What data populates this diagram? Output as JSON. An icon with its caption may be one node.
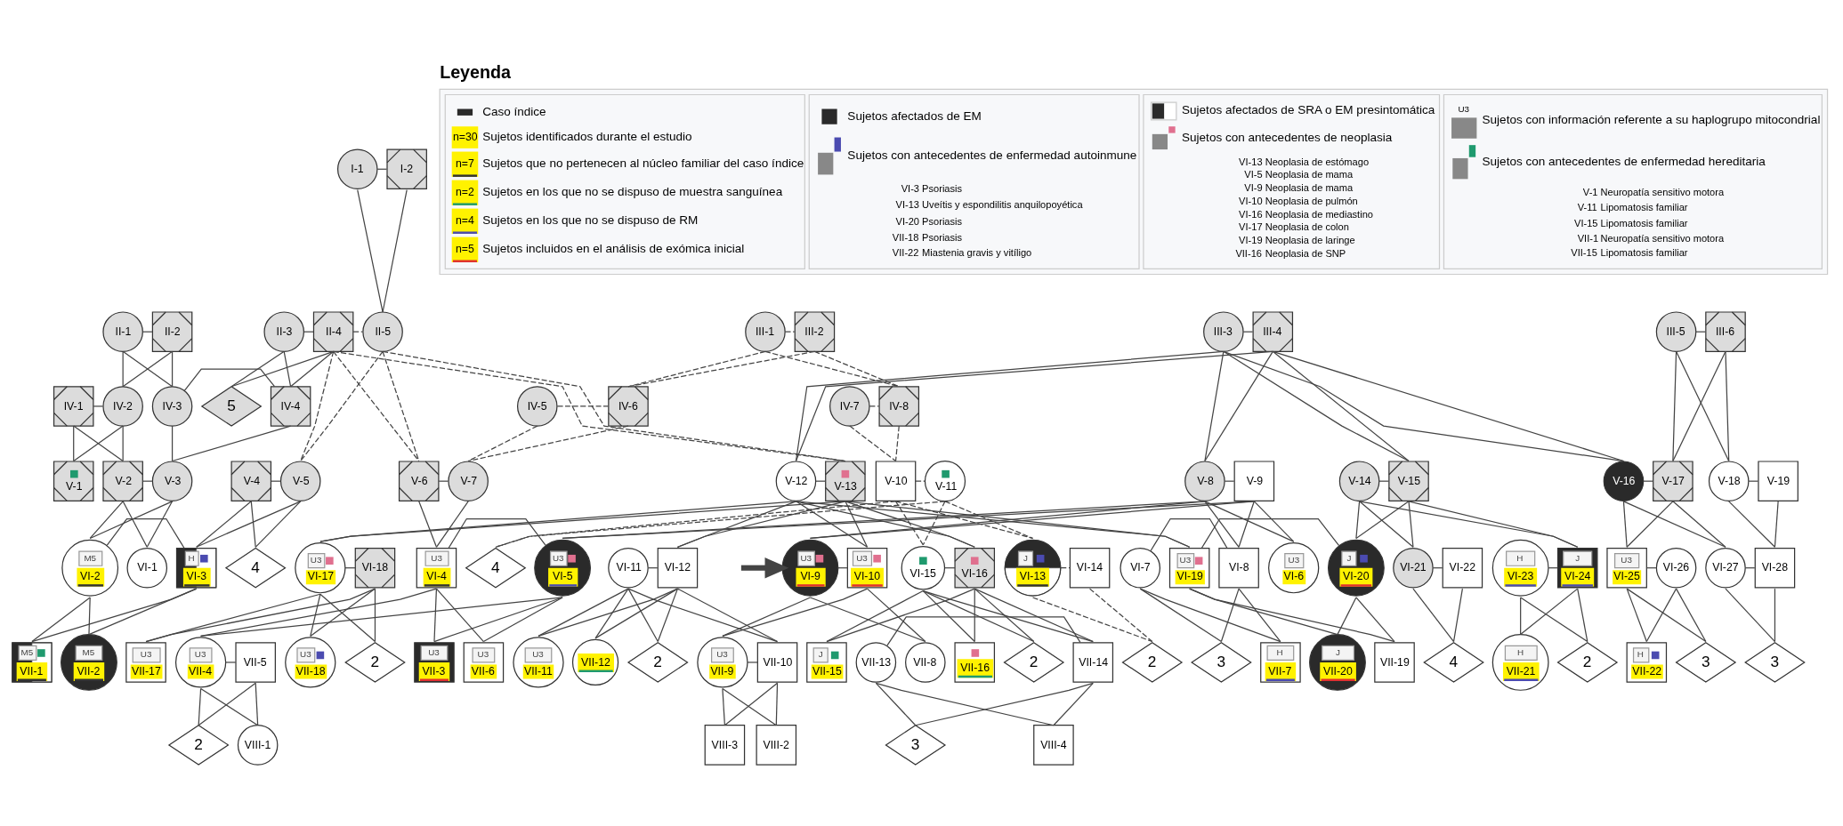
{
  "diagram": {
    "nodes": [
      {
        "text": [
          "I-1"
        ]
      },
      {
        "text": [
          "I-2"
        ]
      },
      {
        "text": [
          "II-1"
        ]
      },
      {
        "text": [
          "II-2"
        ]
      },
      {
        "text": [
          "II-3"
        ]
      },
      {
        "text": [
          "II-4"
        ]
      },
      {
        "text": [
          "II-5"
        ]
      },
      {
        "text": [
          "III-1"
        ]
      },
      {
        "text": [
          "III-2"
        ]
      },
      {
        "text": [
          "III-3"
        ]
      },
      {
        "text": [
          "III-4"
        ]
      },
      {
        "text": [
          "III-5"
        ]
      },
      {
        "text": [
          "III-6"
        ]
      },
      {
        "text": [
          "IV-1"
        ]
      },
      {
        "text": [
          "IV-2"
        ]
      },
      {
        "text": [
          "IV-3"
        ]
      },
      {
        "text": [
          "IV-4"
        ]
      },
      {
        "text": [
          "5"
        ]
      },
      {
        "text": [
          "IV-5"
        ]
      },
      {
        "text": [
          "IV-6"
        ]
      },
      {
        "text": [
          "IV-7"
        ]
      },
      {
        "text": [
          "IV-8"
        ]
      },
      {
        "text": [
          "V-1"
        ]
      },
      {
        "text": [
          "V-2"
        ]
      },
      {
        "text": [
          "V-3"
        ]
      },
      {
        "text": [
          "V-4"
        ]
      },
      {
        "text": [
          "V-5"
        ]
      },
      {
        "text": [
          "V-6"
        ]
      },
      {
        "text": [
          "V-7"
        ]
      },
      {
        "text": [
          "V-8"
        ]
      },
      {
        "text": [
          "V-9"
        ]
      },
      {
        "text": [
          "V-10"
        ]
      },
      {
        "text": [
          "V-11"
        ]
      },
      {
        "text": [
          "V-12"
        ]
      },
      {
        "text": [
          "V-13"
        ]
      },
      {
        "text": [
          "V-14"
        ]
      },
      {
        "text": [
          "V-15"
        ]
      },
      {
        "text": [
          "V-16"
        ]
      },
      {
        "text": [
          "V-17"
        ]
      },
      {
        "text": [
          "V-18"
        ]
      },
      {
        "text": [
          "V-19"
        ]
      },
      {
        "text": [
          "VI-1"
        ]
      },
      {
        "text": [
          "M5",
          "VI-2"
        ]
      },
      {
        "text": [
          "H",
          "VI-3"
        ]
      },
      {
        "text": [
          "4"
        ]
      },
      {
        "text": [
          "U3",
          "VI-4"
        ]
      },
      {
        "text": [
          "U3",
          "VI-5"
        ]
      },
      {
        "text": [
          "U3",
          "VI-6"
        ]
      },
      {
        "text": [
          "VI-7"
        ]
      },
      {
        "text": [
          "VI-8"
        ]
      },
      {
        "text": [
          "U3",
          "VI-9"
        ]
      },
      {
        "text": [
          "U3",
          "VI-10"
        ]
      },
      {
        "text": [
          "VI-11"
        ]
      },
      {
        "text": [
          "VI-12"
        ]
      },
      {
        "text": [
          "J",
          "VI-13"
        ]
      },
      {
        "text": [
          "VI-14"
        ]
      },
      {
        "text": [
          "4"
        ]
      },
      {
        "text": [
          "VI-15"
        ]
      },
      {
        "text": [
          "VI-16"
        ]
      },
      {
        "text": [
          "U3",
          "VI-17"
        ]
      },
      {
        "text": [
          "VI-18"
        ]
      },
      {
        "text": [
          "U3",
          "VI-19"
        ]
      },
      {
        "text": [
          "J",
          "VI-20"
        ]
      },
      {
        "text": [
          "VI-21"
        ]
      },
      {
        "text": [
          "VI-22"
        ]
      },
      {
        "text": [
          "H",
          "VI-23"
        ]
      },
      {
        "text": [
          "J",
          "VI-24"
        ]
      },
      {
        "text": [
          "U3",
          "VI-25"
        ]
      },
      {
        "text": [
          "VI-26"
        ]
      },
      {
        "text": [
          "VI-27"
        ]
      },
      {
        "text": [
          "VI-28"
        ]
      },
      {
        "text": [
          "M5",
          "VII-1"
        ]
      },
      {
        "text": [
          "M5",
          "VII-2"
        ]
      },
      {
        "text": [
          "U3",
          "VII-3"
        ]
      },
      {
        "text": [
          "U3",
          "VII-4"
        ]
      },
      {
        "text": [
          "VII-5"
        ]
      },
      {
        "text": [
          "U3",
          "VII-6"
        ]
      },
      {
        "text": [
          "H",
          "VII-7"
        ]
      },
      {
        "text": [
          "3"
        ]
      },
      {
        "text": [
          "VII-8"
        ]
      },
      {
        "text": [
          "U3",
          "VII-9"
        ]
      },
      {
        "text": [
          "VII-10"
        ]
      },
      {
        "text": [
          "U3",
          "VII-11"
        ]
      },
      {
        "text": [
          "VII-12"
        ]
      },
      {
        "text": [
          "2"
        ]
      },
      {
        "text": [
          "2"
        ]
      },
      {
        "text": [
          "VII-13"
        ]
      },
      {
        "text": [
          "VII-14"
        ]
      },
      {
        "text": [
          "J",
          "VII-15"
        ]
      },
      {
        "text": [
          "VII-16"
        ]
      },
      {
        "text": [
          "2"
        ]
      },
      {
        "text": [
          "U3",
          "VII-17"
        ]
      },
      {
        "text": [
          "2"
        ]
      },
      {
        "text": [
          "U3",
          "VII-18"
        ]
      },
      {
        "text": [
          "VII-19"
        ]
      },
      {
        "text": [
          "J",
          "VII-20"
        ]
      },
      {
        "text": [
          "4"
        ]
      },
      {
        "text": [
          "2"
        ]
      },
      {
        "text": [
          "H",
          "VII-21"
        ]
      },
      {
        "text": [
          "3"
        ]
      },
      {
        "text": [
          "H",
          "VII-22"
        ]
      },
      {
        "text": [
          "3"
        ]
      },
      {
        "text": [
          "VIII-1"
        ]
      },
      {
        "text": [
          "2"
        ]
      },
      {
        "text": [
          "VIII-2"
        ]
      },
      {
        "text": [
          "VIII-3"
        ]
      },
      {
        "text": [
          "VIII-4"
        ]
      },
      {
        "text": [
          "3"
        ]
      }
    ],
    "edges": [
      {
        "from": 0,
        "to": 1,
        "arrow": "none"
      },
      {
        "from": 2,
        "to": 3,
        "arrow": "none"
      },
      {
        "from": 4,
        "to": 5,
        "arrow": "none"
      },
      {
        "from": 5,
        "to": 6,
        "arrow": "none",
        "style": "dashed"
      },
      {
        "from": 7,
        "to": 8,
        "arrow": "none",
        "style": "dashed"
      },
      {
        "from": 9,
        "to": 10,
        "arrow": "none"
      },
      {
        "from": 11,
        "to": 12,
        "arrow": "none"
      },
      {
        "from": 13,
        "to": 14,
        "arrow": "none"
      },
      {
        "from": 15,
        "to": 16,
        "arrow": "none"
      },
      {
        "from": 18,
        "to": 19,
        "arrow": "none",
        "style": "dashed"
      },
      {
        "from": 20,
        "to": 21,
        "arrow": "none",
        "style": "dashed"
      },
      {
        "from": 23,
        "to": 24,
        "arrow": "none"
      },
      {
        "from": 25,
        "to": 26,
        "arrow": "none"
      },
      {
        "from": 27,
        "to": 28,
        "arrow": "none"
      },
      {
        "from": 29,
        "to": 30,
        "arrow": "none"
      },
      {
        "from": 31,
        "to": 32,
        "arrow": "none",
        "style": "dashed"
      },
      {
        "from": 33,
        "to": 34,
        "arrow": "none"
      },
      {
        "from": 35,
        "to": 36,
        "arrow": "none"
      },
      {
        "from": 37,
        "to": 38,
        "arrow": "none"
      },
      {
        "from": 39,
        "to": 40,
        "arrow": "none"
      },
      {
        "from": 42,
        "to": 43,
        "arrow": "none"
      },
      {
        "from": 45,
        "to": 46,
        "arrow": "none"
      },
      {
        "from": 48,
        "to": 49,
        "arrow": "none"
      },
      {
        "from": 50,
        "to": 51,
        "arrow": "none"
      },
      {
        "from": 52,
        "to": 53,
        "arrow": "none"
      },
      {
        "from": 54,
        "to": 55,
        "arrow": "none",
        "style": "dashed"
      },
      {
        "from": 57,
        "to": 58,
        "arrow": "none"
      },
      {
        "from": 59,
        "to": 60,
        "arrow": "none"
      },
      {
        "from": 61,
        "to": 62,
        "arrow": "none"
      },
      {
        "from": 63,
        "to": 64,
        "arrow": "none"
      },
      {
        "from": 65,
        "to": 66,
        "arrow": "none"
      },
      {
        "from": 67,
        "to": 68,
        "arrow": "none"
      },
      {
        "from": 69,
        "to": 70,
        "arrow": "none"
      },
      {
        "from": 74,
        "to": 75,
        "arrow": "none"
      },
      {
        "from": 80,
        "to": 81,
        "arrow": "none"
      },
      {
        "from": 86,
        "to": 87,
        "arrow": "none"
      },
      {
        "from": 0,
        "to": 6,
        "arrow": "none"
      },
      {
        "from": 1,
        "to": 6,
        "arrow": "none"
      },
      {
        "from": 2,
        "to": 14,
        "arrow": "none"
      },
      {
        "from": 3,
        "to": 14,
        "arrow": "none"
      },
      {
        "from": 2,
        "to": 15,
        "arrow": "none"
      },
      {
        "from": 3,
        "to": 15,
        "arrow": "none"
      },
      {
        "from": 4,
        "to": 16,
        "arrow": "none"
      },
      {
        "from": 5,
        "to": 16,
        "arrow": "none"
      },
      {
        "from": 4,
        "to": 17,
        "arrow": "none"
      },
      {
        "from": 5,
        "to": 17,
        "arrow": "none"
      },
      {
        "from": 5,
        "to": 26,
        "arrow": "none",
        "style": "dashed"
      },
      {
        "from": 6,
        "to": 26,
        "arrow": "none",
        "style": "dashed"
      },
      {
        "from": 5,
        "to": 27,
        "arrow": "none",
        "style": "dashed"
      },
      {
        "from": 6,
        "to": 27,
        "arrow": "none",
        "style": "dashed"
      },
      {
        "from": 5,
        "to": 34,
        "arrow": "none",
        "style": "dashed"
      },
      {
        "from": 6,
        "to": 34,
        "arrow": "none",
        "style": "dashed"
      },
      {
        "from": 7,
        "to": 19,
        "arrow": "none",
        "style": "dashed"
      },
      {
        "from": 8,
        "to": 19,
        "arrow": "none",
        "style": "dashed"
      },
      {
        "from": 7,
        "to": 21,
        "arrow": "none",
        "style": "dashed"
      },
      {
        "from": 8,
        "to": 21,
        "arrow": "none",
        "style": "dashed"
      },
      {
        "from": 9,
        "to": 29,
        "arrow": "none"
      },
      {
        "from": 10,
        "to": 29,
        "arrow": "none"
      },
      {
        "from": 9,
        "to": 33,
        "arrow": "none"
      },
      {
        "from": 10,
        "to": 33,
        "arrow": "none"
      },
      {
        "from": 9,
        "to": 36,
        "arrow": "none"
      },
      {
        "from": 10,
        "to": 36,
        "arrow": "none"
      },
      {
        "from": 9,
        "to": 37,
        "arrow": "none"
      },
      {
        "from": 10,
        "to": 37,
        "arrow": "none"
      },
      {
        "from": 11,
        "to": 38,
        "arrow": "none"
      },
      {
        "from": 12,
        "to": 38,
        "arrow": "none"
      },
      {
        "from": 11,
        "to": 39,
        "arrow": "none"
      },
      {
        "from": 12,
        "to": 39,
        "arrow": "none"
      },
      {
        "from": 13,
        "to": 22,
        "arrow": "none"
      },
      {
        "from": 14,
        "to": 22,
        "arrow": "none"
      },
      {
        "from": 13,
        "to": 23,
        "arrow": "none"
      },
      {
        "from": 14,
        "to": 23,
        "arrow": "none"
      },
      {
        "from": 15,
        "to": 24,
        "arrow": "none"
      },
      {
        "from": 16,
        "to": 24,
        "arrow": "none"
      },
      {
        "from": 18,
        "to": 28,
        "arrow": "none",
        "style": "dashed"
      },
      {
        "from": 19,
        "to": 28,
        "arrow": "none",
        "style": "dashed"
      },
      {
        "from": 20,
        "to": 31,
        "arrow": "none",
        "style": "dashed"
      },
      {
        "from": 21,
        "to": 31,
        "arrow": "none",
        "style": "dashed"
      },
      {
        "from": 23,
        "to": 41,
        "arrow": "none"
      },
      {
        "from": 24,
        "to": 41,
        "arrow": "none"
      },
      {
        "from": 23,
        "to": 42,
        "arrow": "none"
      },
      {
        "from": 24,
        "to": 42,
        "arrow": "none"
      },
      {
        "from": 25,
        "to": 43,
        "arrow": "none"
      },
      {
        "from": 26,
        "to": 43,
        "arrow": "none"
      },
      {
        "from": 25,
        "to": 44,
        "arrow": "none"
      },
      {
        "from": 26,
        "to": 44,
        "arrow": "none"
      },
      {
        "from": 27,
        "to": 45,
        "arrow": "none"
      },
      {
        "from": 28,
        "to": 45,
        "arrow": "none"
      },
      {
        "from": 29,
        "to": 46,
        "arrow": "none"
      },
      {
        "from": 30,
        "to": 46,
        "arrow": "none"
      },
      {
        "from": 29,
        "to": 47,
        "arrow": "none"
      },
      {
        "from": 30,
        "to": 47,
        "arrow": "none"
      },
      {
        "from": 29,
        "to": 49,
        "arrow": "none"
      },
      {
        "from": 30,
        "to": 49,
        "arrow": "none"
      },
      {
        "from": 29,
        "to": 50,
        "arrow": "none"
      },
      {
        "from": 30,
        "to": 50,
        "arrow": "none"
      },
      {
        "from": 31,
        "to": 54,
        "arrow": "none",
        "style": "dashed"
      },
      {
        "from": 32,
        "to": 54,
        "arrow": "none",
        "style": "dashed"
      },
      {
        "from": 31,
        "to": 56,
        "arrow": "none",
        "style": "dashed"
      },
      {
        "from": 32,
        "to": 56,
        "arrow": "none",
        "style": "dashed"
      },
      {
        "from": 31,
        "to": 57,
        "arrow": "none",
        "style": "dashed"
      },
      {
        "from": 32,
        "to": 57,
        "arrow": "none",
        "style": "dashed"
      },
      {
        "from": 33,
        "to": 51,
        "arrow": "none"
      },
      {
        "from": 34,
        "to": 51,
        "arrow": "none"
      },
      {
        "from": 33,
        "to": 53,
        "arrow": "none"
      },
      {
        "from": 34,
        "to": 53,
        "arrow": "none"
      },
      {
        "from": 33,
        "to": 58,
        "arrow": "none"
      },
      {
        "from": 34,
        "to": 58,
        "arrow": "none"
      },
      {
        "from": 33,
        "to": 59,
        "arrow": "none"
      },
      {
        "from": 34,
        "to": 59,
        "arrow": "none"
      },
      {
        "from": 33,
        "to": 61,
        "arrow": "none"
      },
      {
        "from": 34,
        "to": 61,
        "arrow": "none"
      },
      {
        "from": 35,
        "to": 62,
        "arrow": "none"
      },
      {
        "from": 36,
        "to": 62,
        "arrow": "none"
      },
      {
        "from": 35,
        "to": 63,
        "arrow": "none"
      },
      {
        "from": 36,
        "to": 63,
        "arrow": "none"
      },
      {
        "from": 35,
        "to": 66,
        "arrow": "none"
      },
      {
        "from": 36,
        "to": 66,
        "arrow": "none"
      },
      {
        "from": 37,
        "to": 67,
        "arrow": "none"
      },
      {
        "from": 38,
        "to": 67,
        "arrow": "none"
      },
      {
        "from": 37,
        "to": 69,
        "arrow": "none"
      },
      {
        "from": 38,
        "to": 69,
        "arrow": "none"
      },
      {
        "from": 39,
        "to": 70,
        "arrow": "none"
      },
      {
        "from": 40,
        "to": 70,
        "arrow": "none"
      },
      {
        "from": 42,
        "to": 71,
        "arrow": "none"
      },
      {
        "from": 43,
        "to": 71,
        "arrow": "none"
      },
      {
        "from": 42,
        "to": 72,
        "arrow": "none"
      },
      {
        "from": 43,
        "to": 72,
        "arrow": "none"
      },
      {
        "from": 45,
        "to": 73,
        "arrow": "none"
      },
      {
        "from": 46,
        "to": 73,
        "arrow": "none"
      },
      {
        "from": 45,
        "to": 74,
        "arrow": "none"
      },
      {
        "from": 46,
        "to": 74,
        "arrow": "none"
      },
      {
        "from": 45,
        "to": 76,
        "arrow": "none"
      },
      {
        "from": 46,
        "to": 76,
        "arrow": "none"
      },
      {
        "from": 48,
        "to": 77,
        "arrow": "none"
      },
      {
        "from": 49,
        "to": 77,
        "arrow": "none"
      },
      {
        "from": 48,
        "to": 78,
        "arrow": "none"
      },
      {
        "from": 49,
        "to": 78,
        "arrow": "none"
      },
      {
        "from": 50,
        "to": 79,
        "arrow": "none"
      },
      {
        "from": 51,
        "to": 79,
        "arrow": "none"
      },
      {
        "from": 50,
        "to": 80,
        "arrow": "none"
      },
      {
        "from": 51,
        "to": 80,
        "arrow": "none"
      },
      {
        "from": 52,
        "to": 81,
        "arrow": "none"
      },
      {
        "from": 53,
        "to": 81,
        "arrow": "none"
      },
      {
        "from": 52,
        "to": 82,
        "arrow": "none"
      },
      {
        "from": 53,
        "to": 82,
        "arrow": "none"
      },
      {
        "from": 52,
        "to": 83,
        "arrow": "none"
      },
      {
        "from": 53,
        "to": 83,
        "arrow": "none"
      },
      {
        "from": 52,
        "to": 84,
        "arrow": "none"
      },
      {
        "from": 53,
        "to": 84,
        "arrow": "none"
      },
      {
        "from": 54,
        "to": 85,
        "arrow": "none",
        "style": "dashed"
      },
      {
        "from": 55,
        "to": 85,
        "arrow": "none",
        "style": "dashed"
      },
      {
        "from": 57,
        "to": 87,
        "arrow": "none"
      },
      {
        "from": 58,
        "to": 87,
        "arrow": "none"
      },
      {
        "from": 57,
        "to": 88,
        "arrow": "none"
      },
      {
        "from": 58,
        "to": 88,
        "arrow": "none"
      },
      {
        "from": 57,
        "to": 89,
        "arrow": "none"
      },
      {
        "from": 58,
        "to": 89,
        "arrow": "none"
      },
      {
        "from": 57,
        "to": 90,
        "arrow": "none"
      },
      {
        "from": 58,
        "to": 90,
        "arrow": "none"
      },
      {
        "from": 59,
        "to": 91,
        "arrow": "none"
      },
      {
        "from": 60,
        "to": 91,
        "arrow": "none"
      },
      {
        "from": 59,
        "to": 92,
        "arrow": "none"
      },
      {
        "from": 60,
        "to": 92,
        "arrow": "none"
      },
      {
        "from": 59,
        "to": 93,
        "arrow": "none"
      },
      {
        "from": 60,
        "to": 93,
        "arrow": "none"
      },
      {
        "from": 61,
        "to": 94,
        "arrow": "none"
      },
      {
        "from": 62,
        "to": 94,
        "arrow": "none"
      },
      {
        "from": 61,
        "to": 95,
        "arrow": "none"
      },
      {
        "from": 62,
        "to": 95,
        "arrow": "none"
      },
      {
        "from": 63,
        "to": 96,
        "arrow": "none"
      },
      {
        "from": 64,
        "to": 96,
        "arrow": "none"
      },
      {
        "from": 65,
        "to": 97,
        "arrow": "none"
      },
      {
        "from": 66,
        "to": 97,
        "arrow": "none"
      },
      {
        "from": 65,
        "to": 98,
        "arrow": "none"
      },
      {
        "from": 66,
        "to": 98,
        "arrow": "none"
      },
      {
        "from": 67,
        "to": 99,
        "arrow": "none"
      },
      {
        "from": 68,
        "to": 99,
        "arrow": "none"
      },
      {
        "from": 67,
        "to": 100,
        "arrow": "none"
      },
      {
        "from": 68,
        "to": 100,
        "arrow": "none"
      },
      {
        "from": 69,
        "to": 101,
        "arrow": "none"
      },
      {
        "from": 70,
        "to": 101,
        "arrow": "none"
      },
      {
        "from": 74,
        "to": 102,
        "arrow": "none"
      },
      {
        "from": 75,
        "to": 102,
        "arrow": "none"
      },
      {
        "from": 74,
        "to": 103,
        "arrow": "none"
      },
      {
        "from": 75,
        "to": 103,
        "arrow": "none"
      },
      {
        "from": 80,
        "to": 104,
        "arrow": "none"
      },
      {
        "from": 81,
        "to": 104,
        "arrow": "none"
      },
      {
        "from": 80,
        "to": 105,
        "arrow": "none"
      },
      {
        "from": 81,
        "to": 105,
        "arrow": "none"
      },
      {
        "from": 86,
        "to": 106,
        "arrow": "none"
      },
      {
        "from": 87,
        "to": 106,
        "arrow": "none"
      },
      {
        "from": 86,
        "to": 107,
        "arrow": "none"
      },
      {
        "from": 87,
        "to": 107,
        "arrow": "none"
      },
      {
        "from": null,
        "to": 50,
        "arrow": "to",
        "style": "thick"
      }
    ],
    "labels": [
      "Leyenda",
      "n=30",
      "n=7",
      "n=2",
      "n=4",
      "n=5",
      "U3",
      "VI-3",
      "Psoriasis",
      "VI-13",
      "Uveítis y espondilitis anquilopoyética",
      "VI-20",
      "Psoriasis",
      "VII-18",
      "Psoriasis",
      "VII-22",
      "Miastenia gravis y vitíligo",
      "VI-13",
      "Neoplasia de estómago",
      "VI-5",
      "Neoplasia de mama",
      "VI-9",
      "Neoplasia de mama",
      "VI-10",
      "Neoplasia de pulmón",
      "VI-16",
      "Neoplasia de mediastino",
      "VI-17",
      "Neoplasia de colon",
      "VI-19",
      "Neoplasia de laringe",
      "VII-16",
      "Neoplasia de SNP",
      "V-1",
      "Neuropatía sensitivo motora",
      "V-11",
      "Lipomatosis familiar",
      "VI-15",
      "Lipomatosis familiar",
      "VII-1",
      "Neuropatía sensitivo motora",
      "VII-15",
      "Lipomatosis familiar"
    ],
    "legend": [
      {
        "text": "Caso índice"
      },
      {
        "text": "Sujetos identificados durante el estudio"
      },
      {
        "text": "Sujetos que no pertenecen al núcleo familiar del caso índice"
      },
      {
        "text": "Sujetos en los que no se dispuso de muestra sanguínea"
      },
      {
        "text": "Sujetos en los que no se dispuso de RM"
      },
      {
        "text": "Sujetos incluidos en el análisis de exómica inicial"
      },
      {
        "text": "Sujetos afectados de EM"
      },
      {
        "text": "Sujetos afectados de SRA o EM presintomática"
      },
      {
        "text": "Sujetos con información referente a su haplogrupo mitocondrial"
      },
      {
        "text": "Sujetos con antecedentes de enfermedad autoinmune"
      },
      {
        "text": "Sujetos con antecedentes de neoplasia"
      },
      {
        "text": "Sujetos con antecedentes de enfermedad hereditaria"
      }
    ]
  }
}
